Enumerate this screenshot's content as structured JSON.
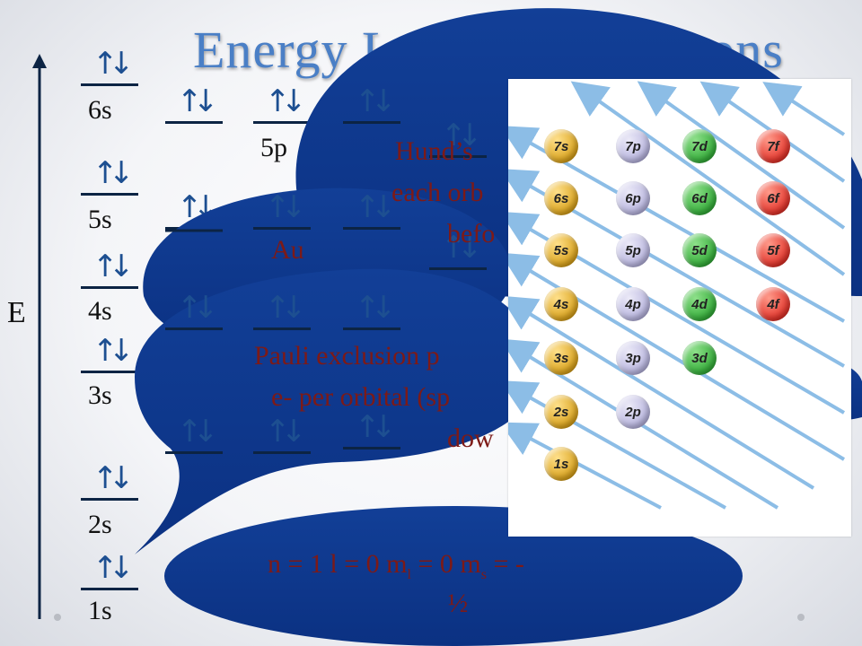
{
  "title": "Energy Levels of Electrons",
  "axis_label": "E",
  "colors": {
    "title": "#4a7fc6",
    "bubble": "#0d3a8c",
    "bubble_text": "#7d1a17",
    "arrow": "#1d4f91",
    "diagram_arrow": "#8cbde6"
  },
  "levels": [
    {
      "label": "6s"
    },
    {
      "label": "5s"
    },
    {
      "label": "4s"
    },
    {
      "label": "3s"
    },
    {
      "label": "2s"
    },
    {
      "label": "1s"
    },
    {
      "label": "5p"
    }
  ],
  "electron_pair": {
    "up": "↑",
    "down": "↓"
  },
  "bubbles": {
    "hund": {
      "line1": "Hund’s",
      "line2": "each orb",
      "line3": "befo"
    },
    "aufbau": {
      "line1": "Au"
    },
    "pauli": {
      "line1": "Pauli exclusion p",
      "line2": "e- per orbital (sp",
      "line3": "dow"
    },
    "quantum": {
      "line1": "n = 1   l = 0   m",
      "sub_l": "l",
      "line1b": " = 0   m",
      "sub_s": "s",
      "line1c": " = -",
      "line2": "½"
    }
  },
  "aufbau_diagram": {
    "rows": [
      [
        "7s",
        "7p",
        "7d",
        "7f"
      ],
      [
        "6s",
        "6p",
        "6d",
        "6f"
      ],
      [
        "5s",
        "5p",
        "5d",
        "5f"
      ],
      [
        "4s",
        "4p",
        "4d",
        "4f"
      ],
      [
        "3s",
        "3p",
        "3d"
      ],
      [
        "2s",
        "2p"
      ],
      [
        "1s"
      ]
    ]
  }
}
